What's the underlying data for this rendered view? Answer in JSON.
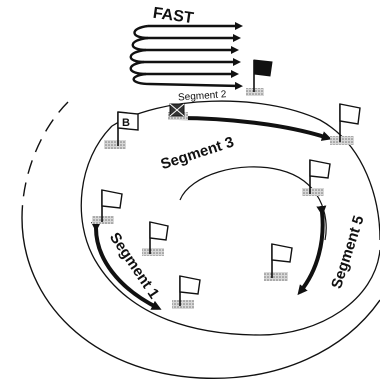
{
  "labels": {
    "fast": "FAST",
    "segment_2": "Segment 2",
    "segment_3": "Segment 3",
    "segment_1": "Segment 1",
    "segment_5": "Segment 5",
    "flag_b": "B"
  },
  "colors": {
    "ink": "#111111",
    "flag_base": "#b9b9b9",
    "background": "#ffffff",
    "black_flag": "#111111",
    "white_flag": "#ffffff"
  },
  "icons": [
    "flag-icon",
    "speed-lines-icon",
    "arrow-icon"
  ]
}
